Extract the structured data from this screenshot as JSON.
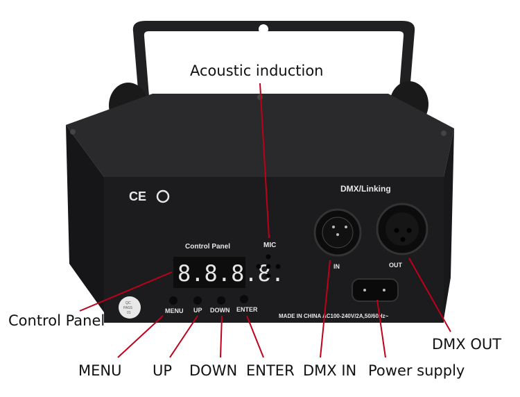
{
  "callouts": {
    "acoustic": "Acoustic induction",
    "control_panel": "Control Panel",
    "menu": "MENU",
    "up": "UP",
    "down": "DOWN",
    "enter": "ENTER",
    "dmx_in": "DMX IN",
    "power": "Power supply",
    "dmx_out": "DMX OUT"
  },
  "panel": {
    "ce_mark": "CE",
    "control_panel_label": "Control Panel",
    "display": "8.8.8.8.",
    "mic_label": "MIC",
    "dmx_title": "DMX/Linking",
    "in_label": "IN",
    "out_label": "OUT",
    "buttons": [
      "MENU",
      "UP",
      "DOWN",
      "ENTER"
    ],
    "spec": "MADE IN CHINA  AC100-240V/2A,50/60Hz~",
    "qc_sticker": [
      "QC",
      "PASS",
      "01"
    ]
  },
  "colors": {
    "callout_line": "#c0001a",
    "body": "#1c1c1e",
    "display": "#e6e6e6"
  }
}
